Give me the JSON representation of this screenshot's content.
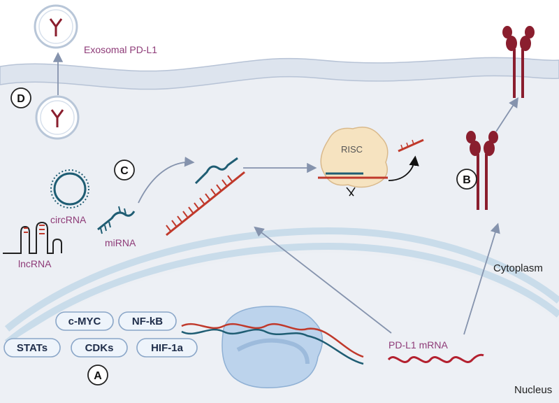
{
  "labels": {
    "exosomal_pdl1": "Exosomal PD-L1",
    "risc": "RISC",
    "circrna": "circRNA",
    "mirna": "miRNA",
    "lncrna": "lncRNA",
    "cytoplasm": "Cytoplasm",
    "nucleus": "Nucleus",
    "pdl1_mrna": "PD-L1 mRNA"
  },
  "badges": {
    "a": "A",
    "b": "B",
    "c": "C",
    "d": "D"
  },
  "transcription_factors": [
    "c-MYC",
    "NF-kB",
    "STATs",
    "CDKs",
    "HIF-1a"
  ],
  "colors": {
    "membrane_fill": "#dfe5ef",
    "cytoplasm_bg": "#eceff4",
    "nucleus_envelope": "#c9dcea",
    "receptor": "#8a1e2e",
    "rna_red": "#c0392b",
    "mirna_teal": "#1f5d73",
    "risc_fill": "#f6e3c0",
    "label_purple": "#8e3b78",
    "arrow": "#8593ad"
  }
}
